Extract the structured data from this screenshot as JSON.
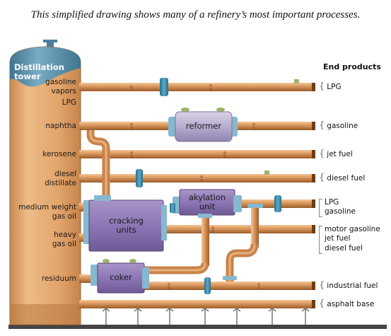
{
  "caption": "This simplified drawing shows many of a refinery’s most important processes.",
  "tower": {
    "title_line1": "Distillation",
    "title_line2": "tower"
  },
  "fractions": {
    "gasoline_vapors_1": "gasoline",
    "gasoline_vapors_2": "vapors",
    "lpg": "LPG",
    "naphtha": "naphtha",
    "kerosene": "kerosene",
    "diesel_1": "diesel",
    "diesel_2": "distillate",
    "medium_1": "medium weight",
    "medium_2": "gas oil",
    "heavy_1": "heavy",
    "heavy_2": "gas oil",
    "residuum": "residuum"
  },
  "units": {
    "reformer": "reformer",
    "cracking_1": "cracking",
    "cracking_2": "units",
    "alkylation_1": "akylation",
    "alkylation_2": "unit",
    "coker": "coker"
  },
  "end_products": {
    "title": "End products",
    "lpg": "LPG",
    "gasoline": "gasoline",
    "jet_fuel": "jet fuel",
    "diesel_fuel": "diesel fuel",
    "alk_1": "LPG",
    "alk_2": "gasoline",
    "crack_1": "motor gasoline",
    "crack_2": "jet fuel",
    "crack_3": "diesel fuel",
    "industrial_fuel": "industrial fuel",
    "asphalt_base": "asphalt base"
  },
  "colors": {
    "tower": "#e3a96f",
    "tower_top": "#5b8fa8",
    "pipe": "#c8834b",
    "unit": "#8e78b4",
    "valve": "#3b88a6",
    "ground": "#444444"
  }
}
